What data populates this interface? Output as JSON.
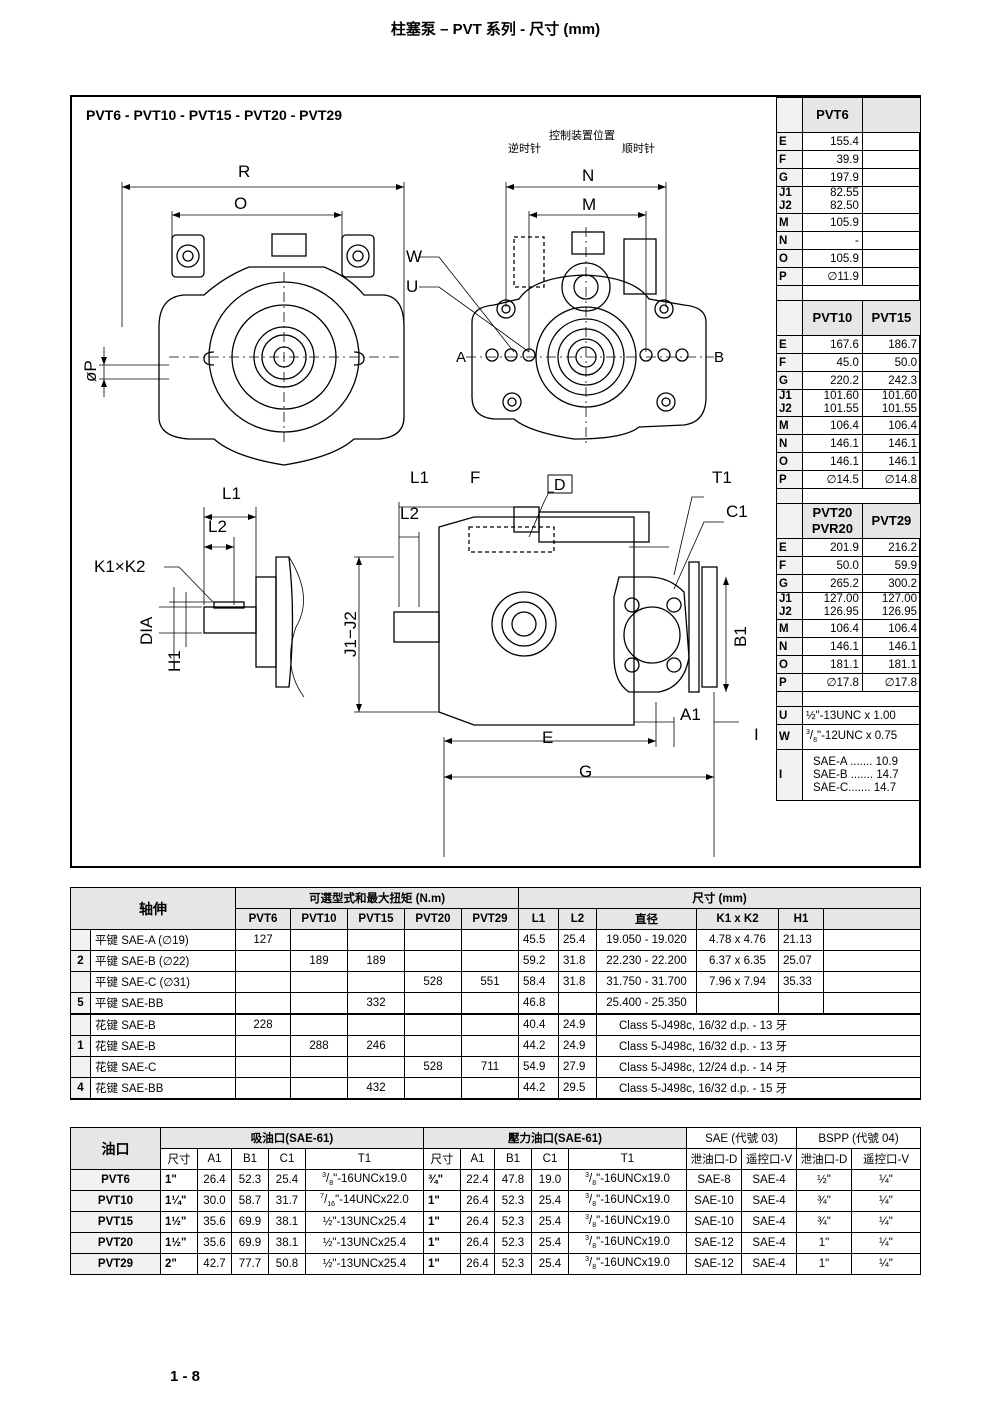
{
  "page_title": "柱塞泵 – PVT 系列 - 尺寸 (mm)",
  "drawing": {
    "title": "PVT6 - PVT10 - PVT15 - PVT20 - PVT29",
    "control_position": "控制装置位置",
    "ccw": "逆时针",
    "cw": "顺时针",
    "labels": {
      "R": "R",
      "O": "O",
      "N": "N",
      "M": "M",
      "W": "W",
      "U": "U",
      "A": "A",
      "B": "B",
      "P": "øP",
      "L1": "L1",
      "L2": "L2",
      "K1K2": "K1×K2",
      "DIA": "DIA",
      "H1": "H1",
      "J1J2": "J1−J2",
      "F": "F",
      "D": "D",
      "T1": "T1",
      "C1": "C1",
      "B1": "B1",
      "E": "E",
      "A1": "A1",
      "I": "I",
      "G": "G"
    }
  },
  "dimension_table": {
    "block1": {
      "headers": [
        "PVT6",
        ""
      ],
      "rows": [
        {
          "k": "E",
          "v": [
            "155.4",
            ""
          ]
        },
        {
          "k": "F",
          "v": [
            "39.9",
            ""
          ]
        },
        {
          "k": "G",
          "v": [
            "197.9",
            ""
          ]
        },
        {
          "k": "J1",
          "k2": "J2",
          "v": [
            "82.55",
            ""
          ],
          "v2": [
            "82.50",
            ""
          ]
        },
        {
          "k": "M",
          "v": [
            "105.9",
            ""
          ]
        },
        {
          "k": "N",
          "v": [
            "-",
            ""
          ]
        },
        {
          "k": "O",
          "v": [
            "105.9",
            ""
          ]
        },
        {
          "k": "P",
          "v": [
            "∅11.9",
            ""
          ]
        }
      ]
    },
    "block2": {
      "headers": [
        "PVT10",
        "PVT15"
      ],
      "rows": [
        {
          "k": "E",
          "v": [
            "167.6",
            "186.7"
          ]
        },
        {
          "k": "F",
          "v": [
            "45.0",
            "50.0"
          ]
        },
        {
          "k": "G",
          "v": [
            "220.2",
            "242.3"
          ]
        },
        {
          "k": "J1",
          "k2": "J2",
          "v": [
            "101.60",
            "101.60"
          ],
          "v2": [
            "101.55",
            "101.55"
          ]
        },
        {
          "k": "M",
          "v": [
            "106.4",
            "106.4"
          ]
        },
        {
          "k": "N",
          "v": [
            "146.1",
            "146.1"
          ]
        },
        {
          "k": "O",
          "v": [
            "146.1",
            "146.1"
          ]
        },
        {
          "k": "P",
          "v": [
            "∅14.5",
            "∅14.8"
          ]
        }
      ]
    },
    "block3": {
      "headers": [
        "PVT20",
        "PVR20",
        "PVT29"
      ],
      "rows": [
        {
          "k": "E",
          "v": [
            "201.9",
            "216.2"
          ]
        },
        {
          "k": "F",
          "v": [
            "50.0",
            "59.9"
          ]
        },
        {
          "k": "G",
          "v": [
            "265.2",
            "300.2"
          ]
        },
        {
          "k": "J1",
          "k2": "J2",
          "v": [
            "127.00",
            "127.00"
          ],
          "v2": [
            "126.95",
            "126.95"
          ]
        },
        {
          "k": "M",
          "v": [
            "106.4",
            "106.4"
          ]
        },
        {
          "k": "N",
          "v": [
            "146.1",
            "146.1"
          ]
        },
        {
          "k": "O",
          "v": [
            "181.1",
            "181.1"
          ]
        },
        {
          "k": "P",
          "v": [
            "∅17.8",
            "∅17.8"
          ]
        }
      ]
    },
    "U": {
      "k": "U",
      "v": "½\"-13UNC x 1.00"
    },
    "W": {
      "k": "W",
      "v_sup": "3",
      "v_sub": "8",
      "v": "\"-12UNC x 0.75"
    },
    "I": {
      "k": "I",
      "lines": [
        "SAE-A ....... 10.9",
        "SAE-B ....... 14.7",
        "SAE-C....... 14.7"
      ]
    }
  },
  "shaft_table": {
    "h_shaft": "轴伸",
    "h_torque": "可選型式和最大扭矩 (N.m)",
    "h_dims": "尺寸 (mm)",
    "models": [
      "PVT6",
      "PVT10",
      "PVT15",
      "PVT20",
      "PVT29"
    ],
    "dim_cols": [
      "L1",
      "L2",
      "直径",
      "K1 x K2",
      "H1"
    ],
    "rows": [
      {
        "code": "",
        "name": "平键 SAE-A (∅19)",
        "t": [
          "127",
          "",
          "",
          "",
          ""
        ],
        "l1": "45.5",
        "l2": "25.4",
        "dia": "19.050 - 19.020",
        "k": "4.78 x 4.76",
        "h1": "21.13"
      },
      {
        "code": "2",
        "name": "平键 SAE-B (∅22)",
        "t": [
          "",
          "189",
          "189",
          "",
          ""
        ],
        "l1": "59.2",
        "l2": "31.8",
        "dia": "22.230 - 22.200",
        "k": "6.37 x 6.35",
        "h1": "25.07"
      },
      {
        "code": "",
        "name": "平键 SAE-C (∅31)",
        "t": [
          "",
          "",
          "",
          "528",
          "551"
        ],
        "l1": "58.4",
        "l2": "31.8",
        "dia": "31.750 - 31.700",
        "k": "7.96 x 7.94",
        "h1": "35.33"
      },
      {
        "code": "5",
        "name": "平键 SAE-BB",
        "t": [
          "",
          "",
          "332",
          "",
          ""
        ],
        "l1": "46.8",
        "l2": "",
        "dia": "25.400 - 25.350",
        "k": "",
        "h1": ""
      },
      {
        "code": "",
        "name": "花键 SAE-B",
        "t": [
          "228",
          "",
          "",
          "",
          ""
        ],
        "l1": "40.4",
        "l2": "24.9",
        "spline": "Class 5-J498c, 16/32 d.p. - 13 牙"
      },
      {
        "code": "1",
        "name": "花键 SAE-B",
        "t": [
          "",
          "288",
          "246",
          "",
          ""
        ],
        "l1": "44.2",
        "l2": "24.9",
        "spline": "Class 5-J498c, 16/32 d.p. - 13 牙"
      },
      {
        "code": "",
        "name": "花键 SAE-C",
        "t": [
          "",
          "",
          "",
          "528",
          "711"
        ],
        "l1": "54.9",
        "l2": "27.9",
        "spline": "Class 5-J498c, 12/24 d.p. - 14 牙"
      },
      {
        "code": "4",
        "name": "花键 SAE-BB",
        "t": [
          "",
          "",
          "432",
          "",
          ""
        ],
        "l1": "44.2",
        "l2": "29.5",
        "spline": "Class 5-J498c, 16/32 d.p. - 15 牙"
      }
    ]
  },
  "port_table": {
    "h_port": "油口",
    "h_suction": "吸油口(SAE-61)",
    "h_pressure": "壓力油口(SAE-61)",
    "h_sae": "SAE (代號 03)",
    "h_bspp": "BSPP (代號 04)",
    "sub": [
      "尺寸",
      "A1",
      "B1",
      "C1",
      "T1",
      "尺寸",
      "A1",
      "B1",
      "C1",
      "T1",
      "泄油口-D",
      "遥控口-V",
      "泄油口-D",
      "遥控口-V"
    ],
    "rows": [
      {
        "model": "PVT6",
        "s": [
          "1\"",
          "26.4",
          "52.3",
          "25.4"
        ],
        "st": {
          "n": "3",
          "d": "8",
          "t": "\"-16UNCx19.0"
        },
        "p": [
          "¾\"",
          "22.4",
          "47.8",
          "19.0"
        ],
        "pt": {
          "n": "3",
          "d": "8",
          "t": "\"-16UNCx19.0"
        },
        "e": [
          "SAE-8",
          "SAE-4",
          "½\"",
          "¼\""
        ]
      },
      {
        "model": "PVT10",
        "s": [
          "1¼\"",
          "30.0",
          "58.7",
          "31.7"
        ],
        "st": {
          "n": "7",
          "d": "16",
          "t": "\"-14UNCx22.0"
        },
        "p": [
          "1\"",
          "26.4",
          "52.3",
          "25.4"
        ],
        "pt": {
          "n": "3",
          "d": "8",
          "t": "\"-16UNCx19.0"
        },
        "e": [
          "SAE-10",
          "SAE-4",
          "¾\"",
          "¼\""
        ]
      },
      {
        "model": "PVT15",
        "s": [
          "1½\"",
          "35.6",
          "69.9",
          "38.1"
        ],
        "st": {
          "n": "",
          "d": "",
          "t": "½\"-13UNCx25.4"
        },
        "p": [
          "1\"",
          "26.4",
          "52.3",
          "25.4"
        ],
        "pt": {
          "n": "3",
          "d": "8",
          "t": "\"-16UNCx19.0"
        },
        "e": [
          "SAE-10",
          "SAE-4",
          "¾\"",
          "¼\""
        ]
      },
      {
        "model": "PVT20",
        "s": [
          "1½\"",
          "35.6",
          "69.9",
          "38.1"
        ],
        "st": {
          "n": "",
          "d": "",
          "t": "½\"-13UNCx25.4"
        },
        "p": [
          "1\"",
          "26.4",
          "52.3",
          "25.4"
        ],
        "pt": {
          "n": "3",
          "d": "8",
          "t": "\"-16UNCx19.0"
        },
        "e": [
          "SAE-12",
          "SAE-4",
          "1\"",
          "¼\""
        ]
      },
      {
        "model": "PVT29",
        "s": [
          "2\"",
          "42.7",
          "77.7",
          "50.8"
        ],
        "st": {
          "n": "",
          "d": "",
          "t": "½\"-13UNCx25.4"
        },
        "p": [
          "1\"",
          "26.4",
          "52.3",
          "25.4"
        ],
        "pt": {
          "n": "3",
          "d": "8",
          "t": "\"-16UNCx19.0"
        },
        "e": [
          "SAE-12",
          "SAE-4",
          "1\"",
          "¼\""
        ]
      }
    ]
  },
  "page_number": "1 - 8"
}
